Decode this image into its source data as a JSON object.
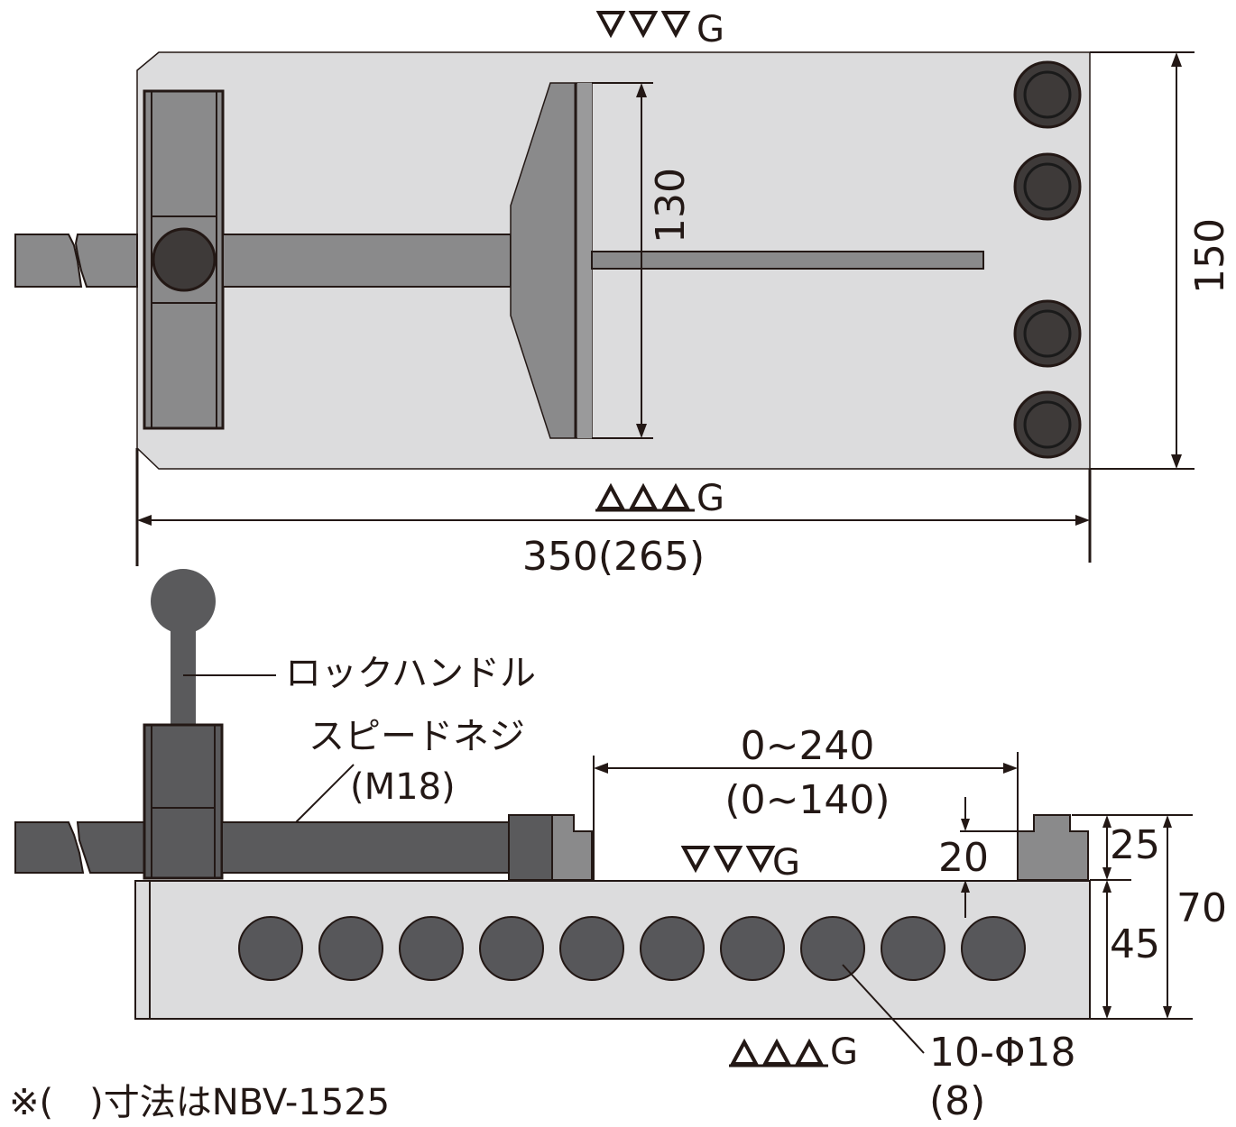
{
  "top_view": {
    "finish_top": {
      "symbol": "▽▽▽",
      "grade": "G"
    },
    "finish_bottom": {
      "symbol": "△△△",
      "grade": "G"
    },
    "dim_jaw_width": "130",
    "dim_body_width": "150",
    "dim_length": "350(265)"
  },
  "side_view": {
    "label_lock_handle": "ロックハンドル",
    "label_speed_screw": "スピードネジ",
    "label_speed_screw_size": "(M18)",
    "dim_opening": "0~240",
    "dim_opening_alt": "(0~140)",
    "finish_top": {
      "symbol": "▽▽▽",
      "grade": "G"
    },
    "finish_bottom": {
      "symbol": "△△△",
      "grade": "G"
    },
    "dim_jaw_height": "25",
    "dim_step": "20",
    "dim_base_height": "45",
    "dim_total_height": "70",
    "label_holes": "10-Φ18",
    "label_holes_alt": "(8)"
  },
  "footnote": "※(　)寸法はNBV-1525",
  "colors": {
    "body": "#dcdcdd",
    "part": "#8a8a8b",
    "part_light": "#9a9a9b",
    "dark": "#3e3a39",
    "line": "#231815"
  }
}
